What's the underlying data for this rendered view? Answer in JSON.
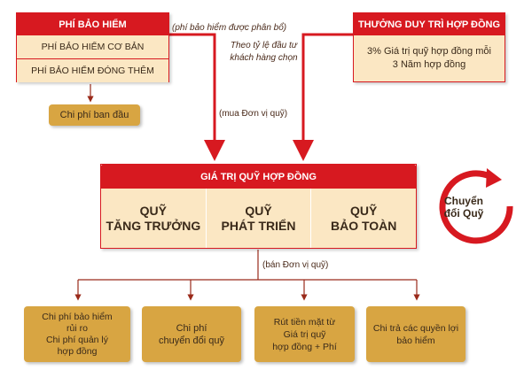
{
  "premium": {
    "title": "PHÍ BẢO HIỂM",
    "items": [
      "PHÍ BẢO HIỂM CƠ BẢN",
      "PHÍ BẢO HIỂM ĐÓNG THÊM"
    ]
  },
  "initial_cost": "Chi phí ban đầu",
  "bonus": {
    "title": "THƯỞNG DUY TRÌ HỢP ĐỒNG",
    "line1": "3% Giá trị quỹ hợp đồng mỗi",
    "line2": "3 Năm hợp đồng"
  },
  "notes": {
    "allocated": "(phí bảo hiểm được phân bổ)",
    "ratio_line1": "Theo tỷ lệ đầu tư",
    "ratio_line2": "khách hàng chọn",
    "buy_units": "(mua Đơn vị quỹ)",
    "sell_units": "(bán Đơn vị quỹ)"
  },
  "fund_value": {
    "title": "GIÁ TRỊ QUỸ HỢP ĐỒNG",
    "funds": [
      {
        "line1": "QUỸ",
        "line2": "TĂNG TRƯỞNG"
      },
      {
        "line1": "QUỸ",
        "line2": "PHÁT TRIỂN"
      },
      {
        "line1": "QUỸ",
        "line2": "BẢO TOÀN"
      }
    ]
  },
  "switch": {
    "line1": "Chuyển",
    "line2": "đổi Quỹ"
  },
  "outcomes": [
    {
      "lines": [
        "Chi phí bảo hiểm",
        "rủi ro",
        "Chi phí quản lý",
        "hợp đồng"
      ]
    },
    {
      "lines": [
        "Chi phí",
        "chuyển đổi quỹ"
      ]
    },
    {
      "lines": [
        "Rút tiền mặt từ",
        "Giá trị quỹ",
        "hợp đồng + Phí"
      ]
    },
    {
      "lines": [
        "Chi trả các quyền lợi",
        "bảo hiểm"
      ]
    }
  ],
  "colors": {
    "red": "#d71920",
    "cream": "#fbe7c3",
    "gold": "#d8a542"
  }
}
